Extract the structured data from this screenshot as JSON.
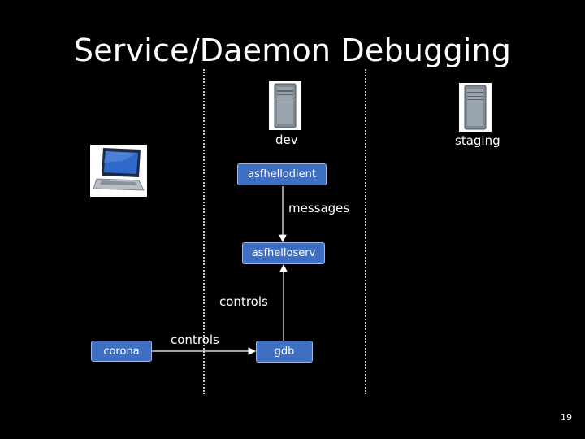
{
  "slide": {
    "title": "Service/Daemon Debugging",
    "page_number": "19"
  },
  "hosts": {
    "dev": "dev",
    "staging": "staging"
  },
  "nodes": {
    "asfhelloclient": "asfhellodient",
    "asfhelloserv": "asfhelloserv",
    "corona": "corona",
    "gdb": "gdb"
  },
  "edges": {
    "messages": "messages",
    "controls_vertical": "controls",
    "controls_horizontal": "controls"
  },
  "icons": {
    "laptop": "laptop-icon",
    "server_dev": "server-icon",
    "server_staging": "server-icon"
  },
  "colors": {
    "background": "#000000",
    "node_fill": "#3f6fc3",
    "node_border": "#9db6e6",
    "divider": "#c8c8c8"
  }
}
